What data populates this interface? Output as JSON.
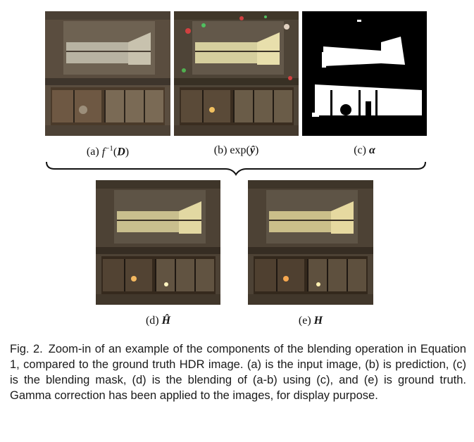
{
  "panels": [
    {
      "id": "a",
      "label": "(a)",
      "math_pre": "f",
      "math_sup": "−1",
      "math_open": "(",
      "math_bold": "D",
      "math_close": ")"
    },
    {
      "id": "b",
      "label": "(b)",
      "math_pre": "exp(",
      "math_bold": "ŷ",
      "math_close": ")"
    },
    {
      "id": "c",
      "label": "(c)",
      "math_bold": "α"
    },
    {
      "id": "d",
      "label": "(d)",
      "math_bold": "Ĥ"
    },
    {
      "id": "e",
      "label": "(e)",
      "math_bold": "H"
    }
  ],
  "caption": {
    "fig_number": "Fig. 2.",
    "text": "Zoom-in of an example of the components of the blending operation in Equation 1, compared to the ground truth HDR image. (a) is the input image, (b) is prediction, (c) is the blending mask, (d) is the blending of (a-b) using (c), and (e) is ground truth. Gamma correction has been applied to the images, for display purpose."
  }
}
